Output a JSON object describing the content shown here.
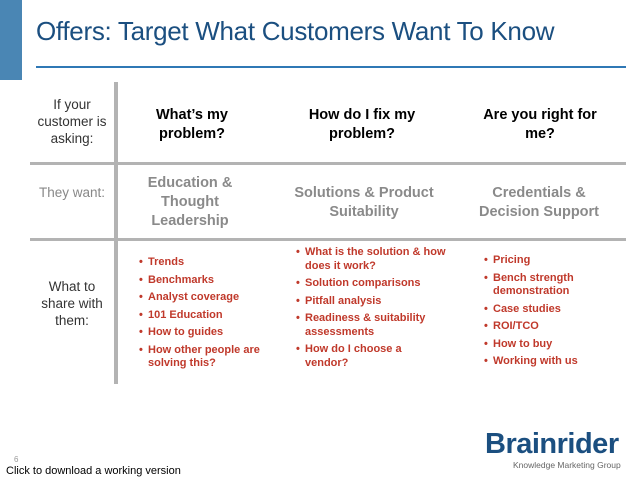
{
  "slide": {
    "title": "Offers: Target What Customers Want To Know",
    "page_number": "6"
  },
  "row_labels": {
    "asking": "If your customer is asking:",
    "want": "They want:",
    "share": "What to share with them:"
  },
  "columns": [
    {
      "question": "What’s my problem?",
      "want": "Education & Thought Leadership",
      "share": [
        "Trends",
        "Benchmarks",
        "Analyst coverage",
        "101 Education",
        "How to guides",
        "How other people are solving this?"
      ]
    },
    {
      "question": "How do I fix my problem?",
      "want": "Solutions & Product Suitability",
      "share": [
        "What is the solution & how does it work?",
        "Solution comparisons",
        "Pitfall analysis",
        "Readiness & suitability assessments",
        "How do I choose a vendor?"
      ]
    },
    {
      "question": "Are you right for me?",
      "want": "Credentials & Decision Support",
      "share": [
        "Pricing",
        "Bench strength demonstration",
        "Case studies",
        "ROI/TCO",
        "How to buy",
        "Working with us"
      ]
    }
  ],
  "logo": {
    "name": "Brainrider",
    "tagline": "Knowledge Marketing Group"
  },
  "footer": {
    "download_label": "Click to download a working version"
  },
  "colors": {
    "title": "#1b4f80",
    "accent": "#4a86b4",
    "bullet_text": "#c0392b",
    "grid_lines": "#b3b3b3"
  }
}
